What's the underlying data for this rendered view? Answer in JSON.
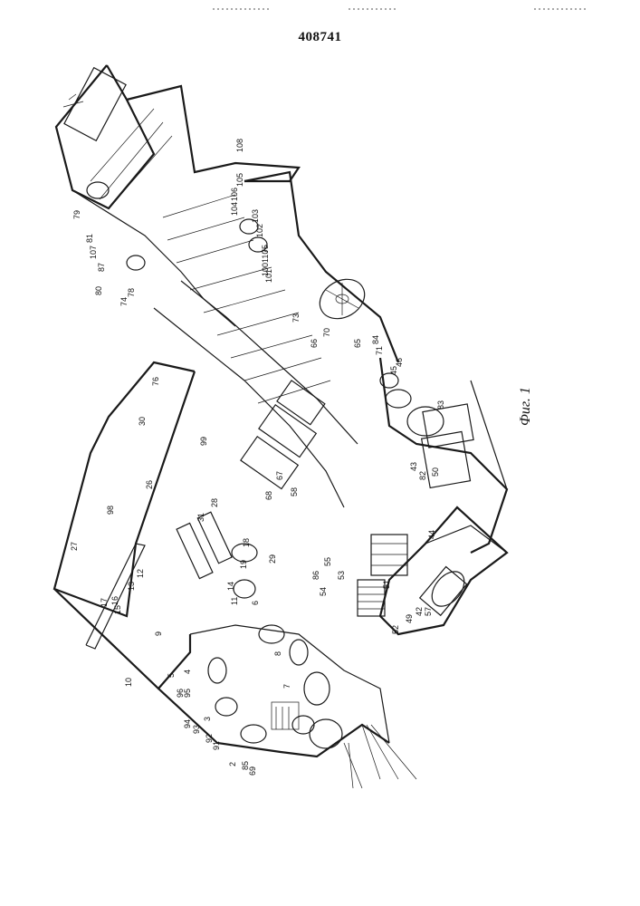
{
  "document": {
    "patent_number": "408741",
    "figure_caption": "Фиг. 1"
  },
  "labels": [
    "108",
    "106",
    "105",
    "104",
    "103",
    "102",
    "75",
    "110",
    "100",
    "101",
    "73",
    "70",
    "66",
    "79",
    "81",
    "107",
    "87",
    "80",
    "74",
    "78",
    "76",
    "30",
    "99",
    "26",
    "98",
    "27",
    "17",
    "16",
    "15",
    "13",
    "12",
    "9",
    "10",
    "5",
    "4",
    "3",
    "96",
    "95",
    "94",
    "93",
    "92",
    "91",
    "2",
    "85",
    "69",
    "14",
    "11",
    "19",
    "6",
    "8",
    "7",
    "29",
    "31",
    "28",
    "68",
    "67",
    "58",
    "57",
    "86",
    "55",
    "54",
    "53",
    "51",
    "52",
    "49",
    "42",
    "44",
    "82",
    "50",
    "43",
    "45",
    "46",
    "71",
    "84",
    "65",
    "83",
    "18"
  ]
}
